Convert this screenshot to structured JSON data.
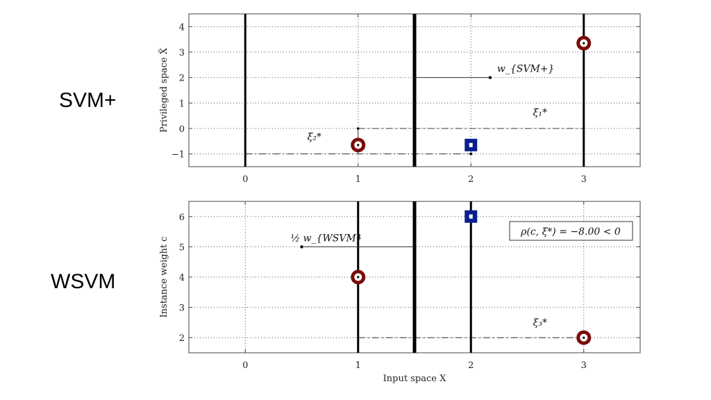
{
  "slide": {
    "label_top": "SVM+",
    "label_bottom": "WSVM"
  },
  "colors": {
    "positive_marker": "#7a0a0a",
    "negative_marker": "#0a1f8f",
    "grid": "#555555"
  },
  "chart_data": [
    {
      "type": "scatter",
      "name_label": "SVM+",
      "xlabel": "",
      "ylabel": "Privileged space X̃",
      "xlim": [
        -0.5,
        3.5
      ],
      "ylim": [
        -1.5,
        4.5
      ],
      "xticks": [
        0,
        1,
        2,
        3
      ],
      "yticks": [
        -1,
        0,
        1,
        2,
        3,
        4
      ],
      "grid": true,
      "points": [
        {
          "x": 1,
          "y": -0.65,
          "class": "circle"
        },
        {
          "x": 3,
          "y": 3.35,
          "class": "circle"
        },
        {
          "x": 2,
          "y": -0.65,
          "class": "square"
        }
      ],
      "vertical_lines": [
        {
          "x": 0,
          "weight": "thick"
        },
        {
          "x": 1.5,
          "weight": "boundary"
        },
        {
          "x": 3,
          "weight": "thick"
        }
      ],
      "weight_vector": {
        "x1": 1.5,
        "x2": 2.17,
        "y": 2,
        "label": "w_{SVM+}"
      },
      "slack": [
        {
          "x1": 1,
          "x2": 3,
          "y": 0,
          "label": "ξ₁*",
          "label_x": 2.55,
          "label_y": 0.5
        },
        {
          "x1": 0,
          "x2": 2,
          "y": -1,
          "label": "ξ₂*",
          "label_x": 0.55,
          "label_y": -0.45
        }
      ],
      "stems": [
        {
          "x": 1,
          "y1": 0,
          "y2": -1
        },
        {
          "x": 2,
          "y1": -1,
          "y2": -0.65
        }
      ]
    },
    {
      "type": "scatter",
      "name_label": "WSVM",
      "xlabel": "Input space X",
      "ylabel": "Instance weight c",
      "xlim": [
        -0.5,
        3.5
      ],
      "ylim": [
        1.5,
        6.5
      ],
      "xticks": [
        0,
        1,
        2,
        3
      ],
      "yticks": [
        2,
        3,
        4,
        5,
        6
      ],
      "grid": true,
      "points": [
        {
          "x": 1,
          "y": 4,
          "class": "circle"
        },
        {
          "x": 3,
          "y": 2,
          "class": "circle"
        },
        {
          "x": 2,
          "y": 6,
          "class": "square"
        }
      ],
      "vertical_lines": [
        {
          "x": 1,
          "weight": "thick"
        },
        {
          "x": 1.5,
          "weight": "boundary"
        },
        {
          "x": 2,
          "weight": "thick"
        }
      ],
      "weight_vector": {
        "x1": 0.5,
        "x2": 1.5,
        "y": 5,
        "label": "½ w_{WSVM}"
      },
      "slack": [
        {
          "x1": 1,
          "x2": 3,
          "y": 2,
          "label": "ξ₃*",
          "label_x": 2.55,
          "label_y": 2.4
        }
      ],
      "legend_box": {
        "text": "ρ(c, ξ*) = −8.00 < 0",
        "position": "top-right"
      }
    }
  ]
}
